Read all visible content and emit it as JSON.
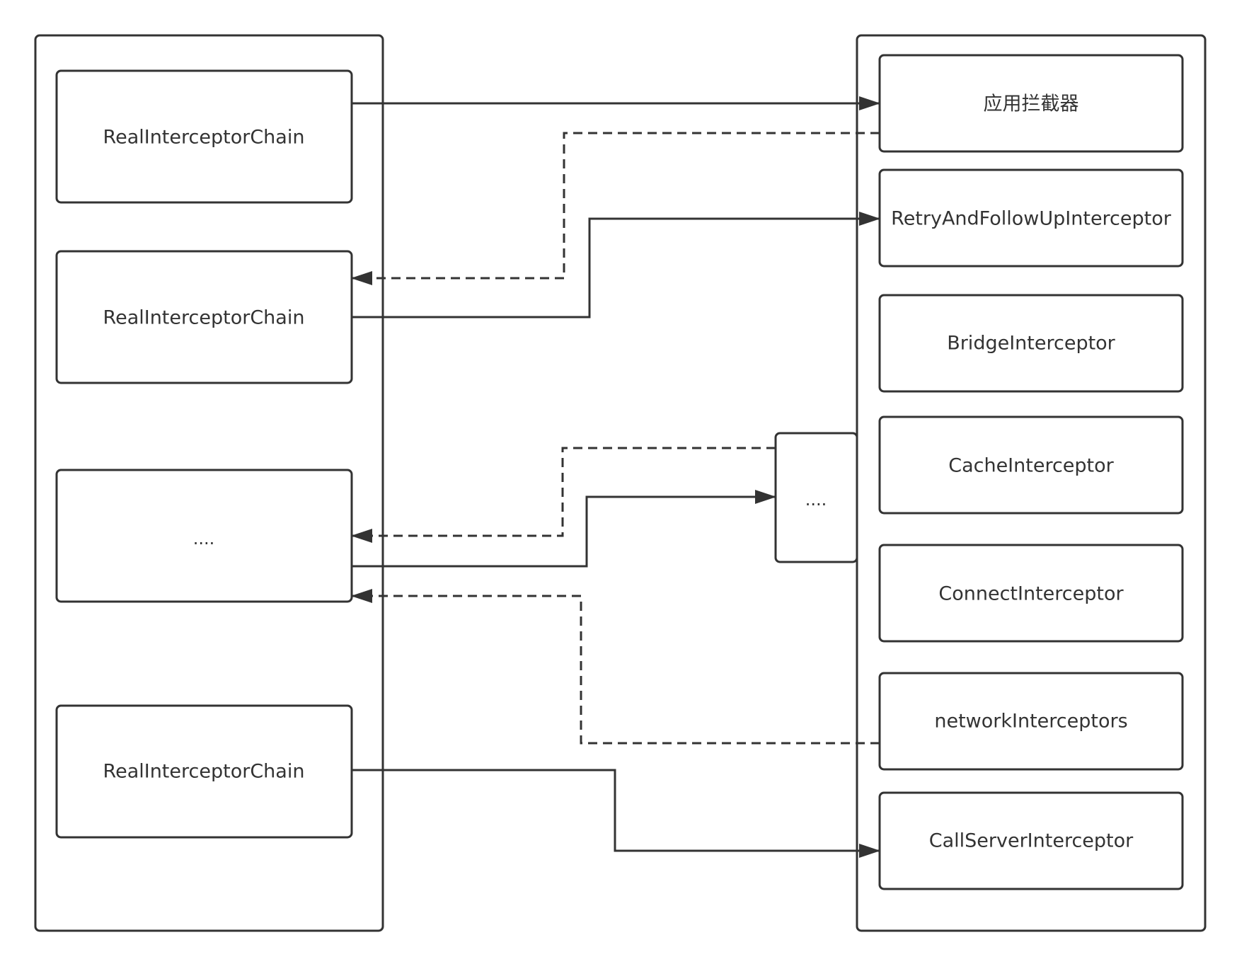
{
  "left_column": {
    "nodes": [
      {
        "id": "chain-1",
        "label": "RealInterceptorChain"
      },
      {
        "id": "chain-2",
        "label": "RealInterceptorChain"
      },
      {
        "id": "chain-ellipsis",
        "label": "...."
      },
      {
        "id": "chain-3",
        "label": "RealInterceptorChain"
      }
    ]
  },
  "right_column": {
    "nodes": [
      {
        "id": "app-interceptor",
        "label": "应用拦截器"
      },
      {
        "id": "retry-interceptor",
        "label": "RetryAndFollowUpInterceptor"
      },
      {
        "id": "bridge-interceptor",
        "label": "BridgeInterceptor"
      },
      {
        "id": "cache-interceptor",
        "label": "CacheInterceptor"
      },
      {
        "id": "connect-interceptor",
        "label": "ConnectInterceptor"
      },
      {
        "id": "network-interceptors",
        "label": "networkInterceptors"
      },
      {
        "id": "callserver-interceptor",
        "label": "CallServerInterceptor"
      }
    ]
  },
  "middle_node": {
    "id": "interceptor-ellipsis",
    "label": "...."
  },
  "edges": [
    {
      "from": "chain-1",
      "to": "app-interceptor",
      "style": "solid"
    },
    {
      "from": "app-interceptor",
      "to": "chain-2",
      "style": "dashed"
    },
    {
      "from": "chain-2",
      "to": "retry-interceptor",
      "style": "solid"
    },
    {
      "from": "interceptor-ellipsis",
      "to": "chain-ellipsis",
      "style": "dashed"
    },
    {
      "from": "chain-ellipsis",
      "to": "interceptor-ellipsis",
      "style": "solid"
    },
    {
      "from": "network-interceptors",
      "to": "chain-ellipsis",
      "style": "dashed"
    },
    {
      "from": "chain-3",
      "to": "callserver-interceptor",
      "style": "solid"
    }
  ],
  "colors": {
    "stroke": "#333333",
    "text": "#333333",
    "background": "#ffffff"
  }
}
